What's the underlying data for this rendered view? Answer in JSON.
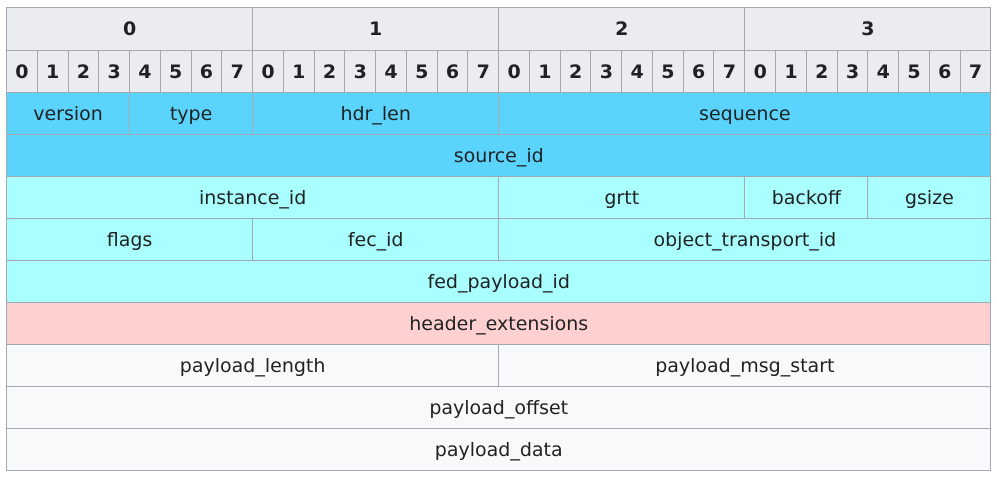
{
  "header": {
    "bytes": [
      "0",
      "1",
      "2",
      "3"
    ],
    "bits": [
      "0",
      "1",
      "2",
      "3",
      "4",
      "5",
      "6",
      "7"
    ]
  },
  "colors": {
    "blue": "#5ad4fd",
    "cyan": "#a8fffd",
    "pink": "#ffd0d0",
    "white": "#f8f9fa",
    "header_bg": "#eaecf0",
    "border": "#a2a9b1"
  },
  "rows": [
    {
      "color": "blue",
      "fields": [
        {
          "label": "version",
          "bits": 4
        },
        {
          "label": "type",
          "bits": 4
        },
        {
          "label": "hdr_len",
          "bits": 8
        },
        {
          "label": "sequence",
          "bits": 16
        }
      ]
    },
    {
      "color": "blue",
      "fields": [
        {
          "label": "source_id",
          "bits": 32
        }
      ]
    },
    {
      "color": "cyan",
      "fields": [
        {
          "label": "instance_id",
          "bits": 16
        },
        {
          "label": "grtt",
          "bits": 8
        },
        {
          "label": "backoff",
          "bits": 4
        },
        {
          "label": "gsize",
          "bits": 4
        }
      ]
    },
    {
      "color": "cyan",
      "fields": [
        {
          "label": "flags",
          "bits": 8
        },
        {
          "label": "fec_id",
          "bits": 8
        },
        {
          "label": "object_transport_id",
          "bits": 16
        }
      ]
    },
    {
      "color": "cyan",
      "fields": [
        {
          "label": "fed_payload_id",
          "bits": 32
        }
      ]
    },
    {
      "color": "pink",
      "fields": [
        {
          "label": "header_extensions",
          "bits": 32
        }
      ]
    },
    {
      "color": "white",
      "fields": [
        {
          "label": "payload_length",
          "bits": 16
        },
        {
          "label": "payload_msg_start",
          "bits": 16
        }
      ]
    },
    {
      "color": "white",
      "fields": [
        {
          "label": "payload_offset",
          "bits": 32
        }
      ]
    },
    {
      "color": "white",
      "fields": [
        {
          "label": "payload_data",
          "bits": 32
        }
      ]
    }
  ]
}
